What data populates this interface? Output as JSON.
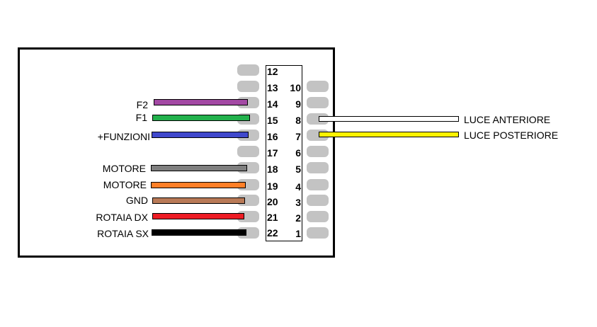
{
  "diagram": {
    "title": "",
    "connector": {
      "left_column_pins": [
        "12",
        "13",
        "14",
        "15",
        "16",
        "17",
        "18",
        "19",
        "20",
        "21",
        "22"
      ],
      "right_column_pins": [
        "",
        "10",
        "9",
        "8",
        "7",
        "6",
        "5",
        "4",
        "3",
        "2",
        "1"
      ]
    },
    "left_wires": [
      {
        "label": "F2",
        "pin": "14",
        "color": "#a349a4"
      },
      {
        "label": "F1",
        "pin": "15",
        "color": "#22b14c"
      },
      {
        "label": "+FUNZIONI",
        "pin": "16",
        "color": "#3f48cc"
      },
      {
        "label": "MOTORE",
        "pin": "18",
        "color": "#7f7f7f"
      },
      {
        "label": "MOTORE",
        "pin": "19",
        "color": "#ff7f27"
      },
      {
        "label": "GND",
        "pin": "20",
        "color": "#b97a57"
      },
      {
        "label": "ROTAIA DX",
        "pin": "21",
        "color": "#ed1c24"
      },
      {
        "label": "ROTAIA SX",
        "pin": "22",
        "color": "#000000"
      }
    ],
    "right_wires": [
      {
        "label": "LUCE ANTERIORE",
        "pin": "8",
        "color": "#ffffff"
      },
      {
        "label": "LUCE POSTERIORE",
        "pin": "7",
        "color": "#fff200"
      }
    ],
    "colors": {
      "pad": "#c3c3c3",
      "outline": "#000000",
      "background": "#ffffff"
    }
  }
}
